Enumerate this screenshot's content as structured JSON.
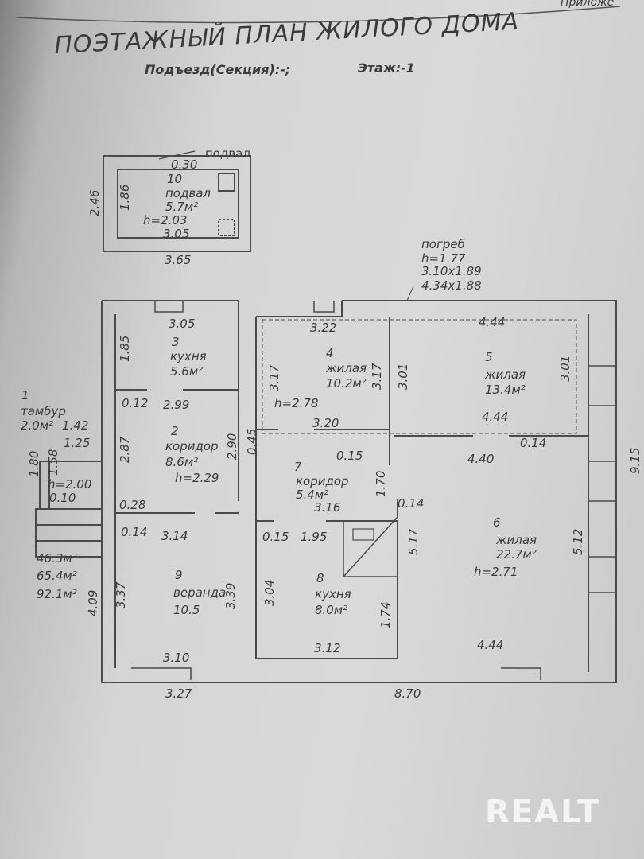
{
  "header": {
    "corner": "Приложе",
    "title": "ПОЭТАЖНЫЙ ПЛАН ЖИЛОГО ДОМА",
    "entrance": "Подъезд(Секция):-;",
    "floor": "Этаж:-1"
  },
  "basement": {
    "tag": "подвал",
    "d030": "0.30",
    "num": "10",
    "name": "подвал",
    "area": "5.7м²",
    "height": "h=2.03",
    "d305": "3.05",
    "d246": "2.46",
    "d186": "1.86",
    "d365": "3.65"
  },
  "cellar": {
    "name": "погреб",
    "height": "h=1.77",
    "size1": "3.10x1.89",
    "size2": "4.34x1.88"
  },
  "room3": {
    "d305": "3.05",
    "d185": "1.85",
    "num": "3",
    "name": "кухня",
    "area": "5.6м²",
    "d012": "0.12",
    "d299": "2.99"
  },
  "room1": {
    "num": "1",
    "name": "тамбур",
    "area": "2.0м²",
    "d142": "1.42",
    "d125": "1.25",
    "d180": "1.80",
    "d158": "1.58",
    "height": "h=2.00",
    "d010": "0.10"
  },
  "room2": {
    "num": "2",
    "name": "коридор",
    "area": "8.6м²",
    "height": "h=2.29",
    "d287": "2.87",
    "d290": "2.90",
    "d045": "0.45",
    "d028": "0.28",
    "d014": "0.14",
    "d314": "3.14"
  },
  "room4": {
    "d322": "3.22",
    "num": "4",
    "name": "жилая",
    "area": "10.2м²",
    "d317a": "3.17",
    "d317b": "3.17",
    "height": "h=2.78",
    "d320": "3.20"
  },
  "room5": {
    "d444a": "4.44",
    "num": "5",
    "name": "жилая",
    "area": "13.4м²",
    "d301a": "3.01",
    "d301b": "3.01",
    "d444b": "4.44"
  },
  "room7": {
    "num": "7",
    "name": "коридор",
    "area": "5.4м²",
    "d316": "3.16",
    "d015a": "0.15",
    "d170": "1.70",
    "d014": "0.14",
    "d015b": "0.15",
    "d195": "1.95"
  },
  "room6": {
    "num": "6",
    "name": "жилая",
    "area": "22.7м²",
    "height": "h=2.71",
    "d440": "4.40",
    "d014": "0.14",
    "d517": "5.17",
    "d512": "5.12",
    "d444": "4.44",
    "d915": "9.15"
  },
  "room8": {
    "num": "8",
    "name": "кухня",
    "area": "8.0м²",
    "d304": "3.04",
    "d174": "1.74",
    "d312": "3.12"
  },
  "room9": {
    "num": "9",
    "name": "веранда",
    "area": "10.5",
    "d337": "3.37",
    "d339": "3.39",
    "d409": "4.09",
    "d310": "3.10",
    "d327": "3.27"
  },
  "totals": {
    "a": "46.3м²",
    "b": "65.4м²",
    "c": "92.1м²",
    "width": "8.70"
  },
  "watermark": "REALT"
}
